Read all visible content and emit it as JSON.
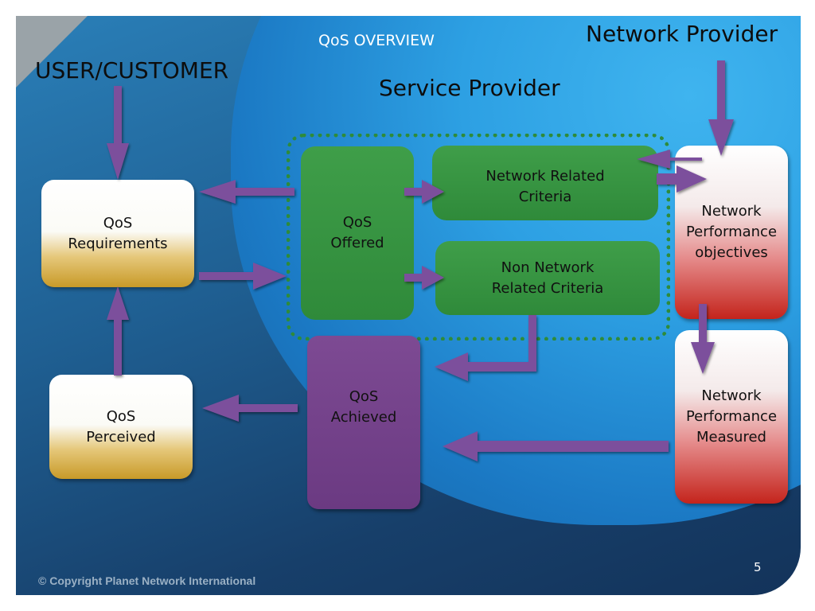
{
  "slide": {
    "title": "QoS OVERVIEW",
    "page_number": "5",
    "copyright": "© Copyright Planet Network International"
  },
  "headings": {
    "user": "USER/CUSTOMER",
    "service_provider": "Service Provider",
    "network_provider": "Network Provider"
  },
  "boxes": {
    "qos_requirements": [
      "QoS",
      "Requirements"
    ],
    "qos_perceived": [
      "QoS",
      "Perceived"
    ],
    "qos_offered": [
      "QoS",
      "Offered"
    ],
    "network_related": [
      "Network Related",
      "Criteria"
    ],
    "non_network_related": [
      "Non Network",
      "Related Criteria"
    ],
    "qos_achieved": [
      "QoS",
      "Achieved"
    ],
    "np_objectives": [
      "Network",
      "Performance",
      "objectives"
    ],
    "np_measured": [
      "Network",
      "Performance",
      "Measured"
    ]
  },
  "colors": {
    "arrow": "#7b4f9c",
    "green_box": "#3a9a45",
    "purple_box": "#74428a",
    "dashed_border": "#2e8b3a"
  }
}
